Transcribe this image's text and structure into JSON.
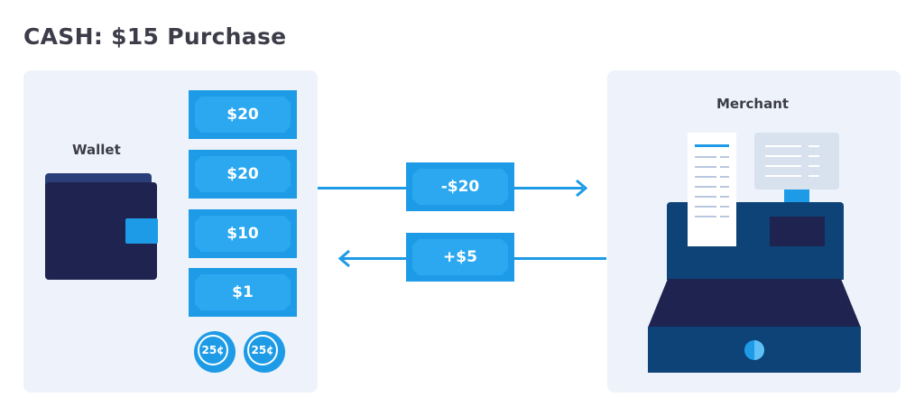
{
  "title": "CASH: $15 Purchase",
  "wallet": {
    "label": "Wallet",
    "bills": [
      "$20",
      "$20",
      "$10",
      "$1"
    ],
    "coins": [
      "25¢",
      "25¢"
    ]
  },
  "transactions": {
    "payment": "-$20",
    "change": "+$5"
  },
  "merchant": {
    "label": "Merchant"
  },
  "colors": {
    "accent": "#1e9be6",
    "navy": "#1f2350",
    "panel": "#eef3fb"
  }
}
